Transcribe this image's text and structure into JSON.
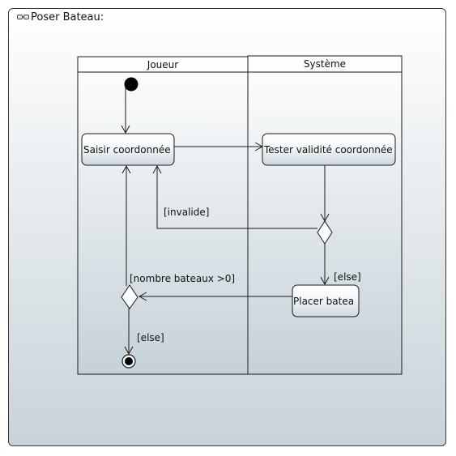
{
  "diagram": {
    "title": "Poser Bateau:",
    "lanes": [
      "Joueur",
      "Système"
    ],
    "actions": {
      "saisir": "Saisir coordonnée",
      "tester": "Tester validité coordonnée",
      "placer": "Placer batea"
    },
    "guards": {
      "invalide": "[invalide]",
      "else_system": "[else]",
      "nombre": "[nombre bateaux >0]",
      "else_player": "[else]"
    }
  },
  "colors": {
    "stroke": "#1a1a1a",
    "node_top": "#ffffff",
    "node_bottom": "#cfdae0",
    "lane_bottom": "#c5d1d8"
  }
}
